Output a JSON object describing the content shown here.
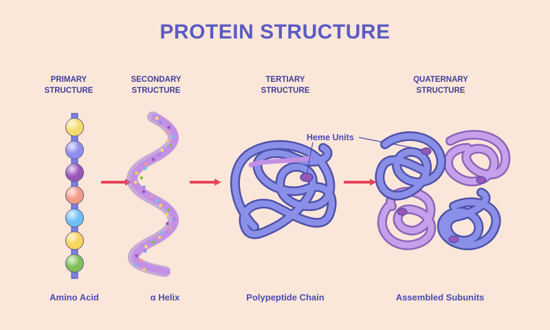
{
  "title": "PROTEIN STRUCTURE",
  "stages": [
    {
      "label": "PRIMARY\nSTRUCTURE",
      "caption": "Amino Acid"
    },
    {
      "label": "SECONDARY\nSTRUCTURE",
      "caption": "α Helix"
    },
    {
      "label": "TERTIARY\nSTRUCTURE",
      "caption": "Polypeptide Chain"
    },
    {
      "label": "QUATERNARY\nSTRUCTURE",
      "caption": "Assembled Subunits"
    }
  ],
  "callout": "Heme Units",
  "colors": {
    "background": "#fbe6da",
    "title": "#5a5bc2",
    "arrow": "#e8435a",
    "chain_blue": "#7b80e0",
    "chain_purple": "#b58ae0",
    "bead_colors": [
      "#f6dc6e",
      "#8f8ef0",
      "#9a55b8",
      "#f39a86",
      "#6cc1f2",
      "#f7d45a",
      "#7fbf58"
    ]
  }
}
